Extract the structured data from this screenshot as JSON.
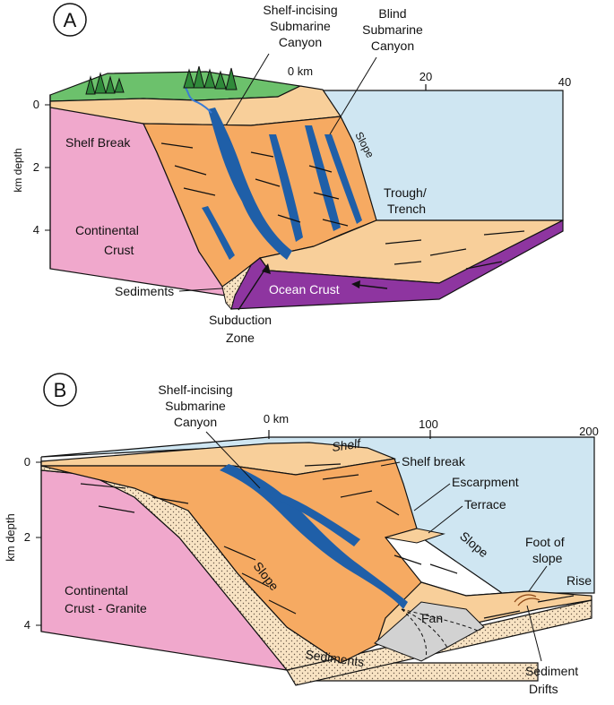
{
  "panel_a": {
    "letter": "A",
    "depth_axis_title": "km depth",
    "depth_ticks": [
      "0",
      "2",
      "4"
    ],
    "distance_ticks": [
      "0 km",
      "20",
      "40"
    ],
    "labels": {
      "shelf_incising_1": "Shelf-incising",
      "shelf_incising_2": "Submarine",
      "shelf_incising_3": "Canyon",
      "blind_1": "Blind",
      "blind_2": "Submarine",
      "blind_3": "Canyon",
      "slope": "Slope",
      "shelf_break": "Shelf Break",
      "trough_1": "Trough/",
      "trough_2": "Trench",
      "continental_1": "Continental",
      "continental_2": "Crust",
      "ocean_crust": "Ocean Crust",
      "sediments": "Sediments",
      "subduction_1": "Subduction",
      "subduction_2": "Zone"
    }
  },
  "panel_b": {
    "letter": "B",
    "depth_axis_title": "km depth",
    "depth_ticks": [
      "0",
      "2",
      "4"
    ],
    "distance_ticks": [
      "0 km",
      "100",
      "200"
    ],
    "labels": {
      "shelf_incising_1": "Shelf-incising",
      "shelf_incising_2": "Submarine",
      "shelf_incising_3": "Canyon",
      "shelf": "Shelf",
      "shelf_break": "Shelf break",
      "escarpment": "Escarpment",
      "terrace": "Terrace",
      "slope_right": "Slope",
      "slope_left": "Slope",
      "foot_1": "Foot of",
      "foot_2": "slope",
      "rise": "Rise",
      "continental_1": "Continental",
      "continental_2": "Crust - Granite",
      "fan": "Fan",
      "sediments": "Sediments",
      "drifts_1": "Sediment",
      "drifts_2": "Drifts"
    }
  },
  "colors": {
    "continental_crust": "#f0a8cc",
    "slope_orange": "#f6aa62",
    "shelf_tan": "#f8cf9a",
    "canyon_blue": "#1f5fa8",
    "ocean_water": "#cfe6f2",
    "ocean_crust": "#8e35a0",
    "land_green": "#6cc16c",
    "fan_grey": "#d2d2d2"
  }
}
